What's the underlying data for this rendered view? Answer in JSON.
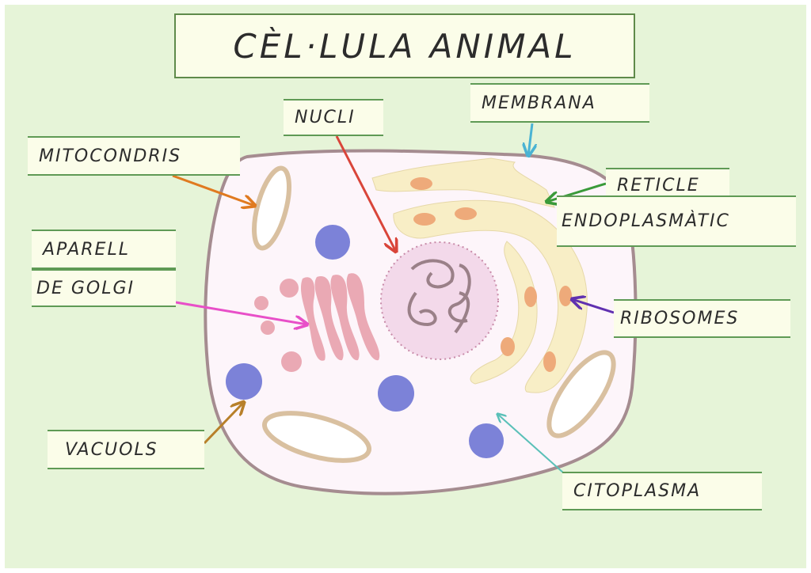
{
  "title": "CÈL·LULA ANIMAL",
  "labels": {
    "nucli": "NUCLI",
    "membrana": "MEMBRANA",
    "mitocondris": "MITOCONDRIS",
    "reticle": "RETICLE",
    "endoplasmatic": "ENDOPLASMÀTIC",
    "aparell": "APARELL",
    "de_golgi": "DE GOLGI",
    "ribosomes": "RIBOSOMES",
    "vacuols": "VACUOLS",
    "citoplasma": "CITOPLASMA"
  },
  "colors": {
    "background": "#e6f4d8",
    "membrane": "#a58c90",
    "cytoplasm": "#fdf5fa",
    "vacuole": "#7c82d8",
    "nucleus": "#f3d9ea",
    "golgi": "#eaa9b4",
    "er": "#f8eec6",
    "ribosome": "#eeaa7a",
    "arrow_nucli": "#d9453a",
    "arrow_membrana": "#4ab3d3",
    "arrow_mitocondris": "#e07a20",
    "arrow_reticle": "#3a9a3a",
    "arrow_golgi": "#e84fc8",
    "arrow_ribosomes": "#6030b0",
    "arrow_vacuols": "#b8802a",
    "arrow_citoplasma": "#5ac0b8"
  }
}
